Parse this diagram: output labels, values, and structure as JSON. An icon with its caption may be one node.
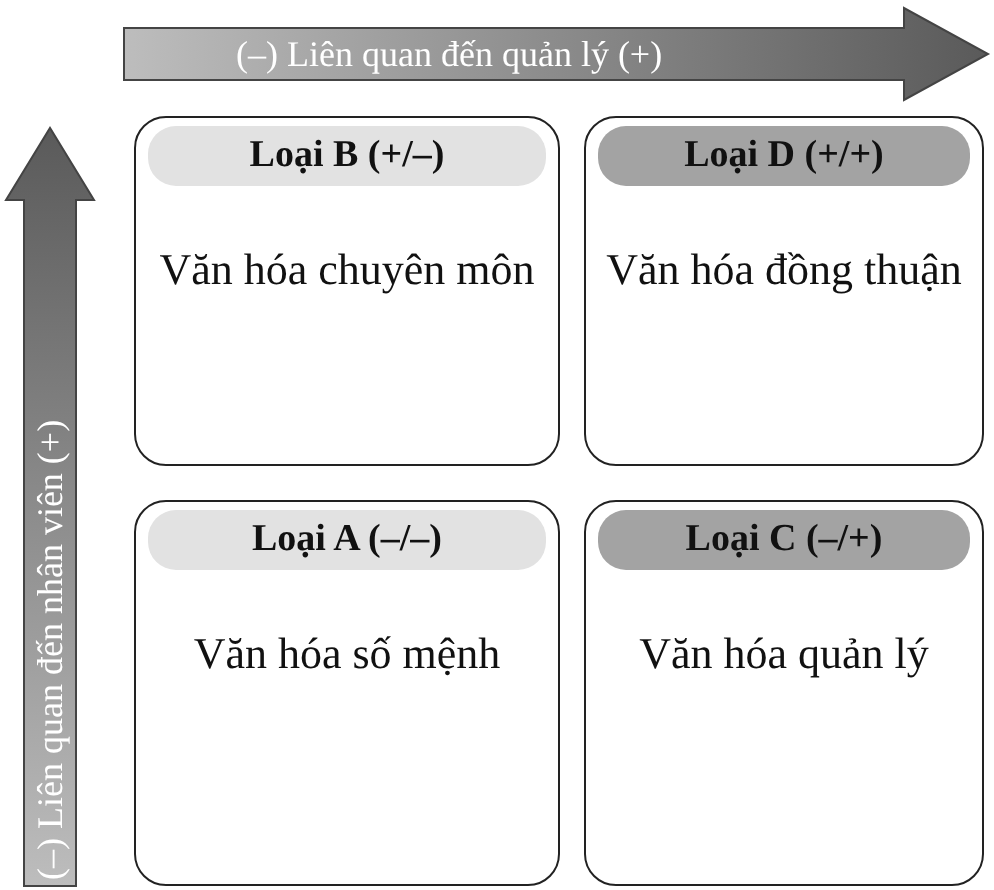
{
  "diagram": {
    "nodes": [
      {
        "text": [
          "Loại B (+/–)",
          "Văn hóa chuyên môn"
        ]
      },
      {
        "text": [
          "Loại D (+/+)",
          "Văn hóa đồng thuận"
        ]
      },
      {
        "text": [
          "Loại A (–/–)",
          "Văn hóa số mệnh"
        ]
      },
      {
        "text": [
          "Loại C (–/+)",
          "Văn hóa quản lý"
        ]
      }
    ],
    "edges": [],
    "labels": [
      "(–) Liên quan đến quản lý (+)",
      "(–) Liên quan đến nhân viên (+)"
    ]
  }
}
